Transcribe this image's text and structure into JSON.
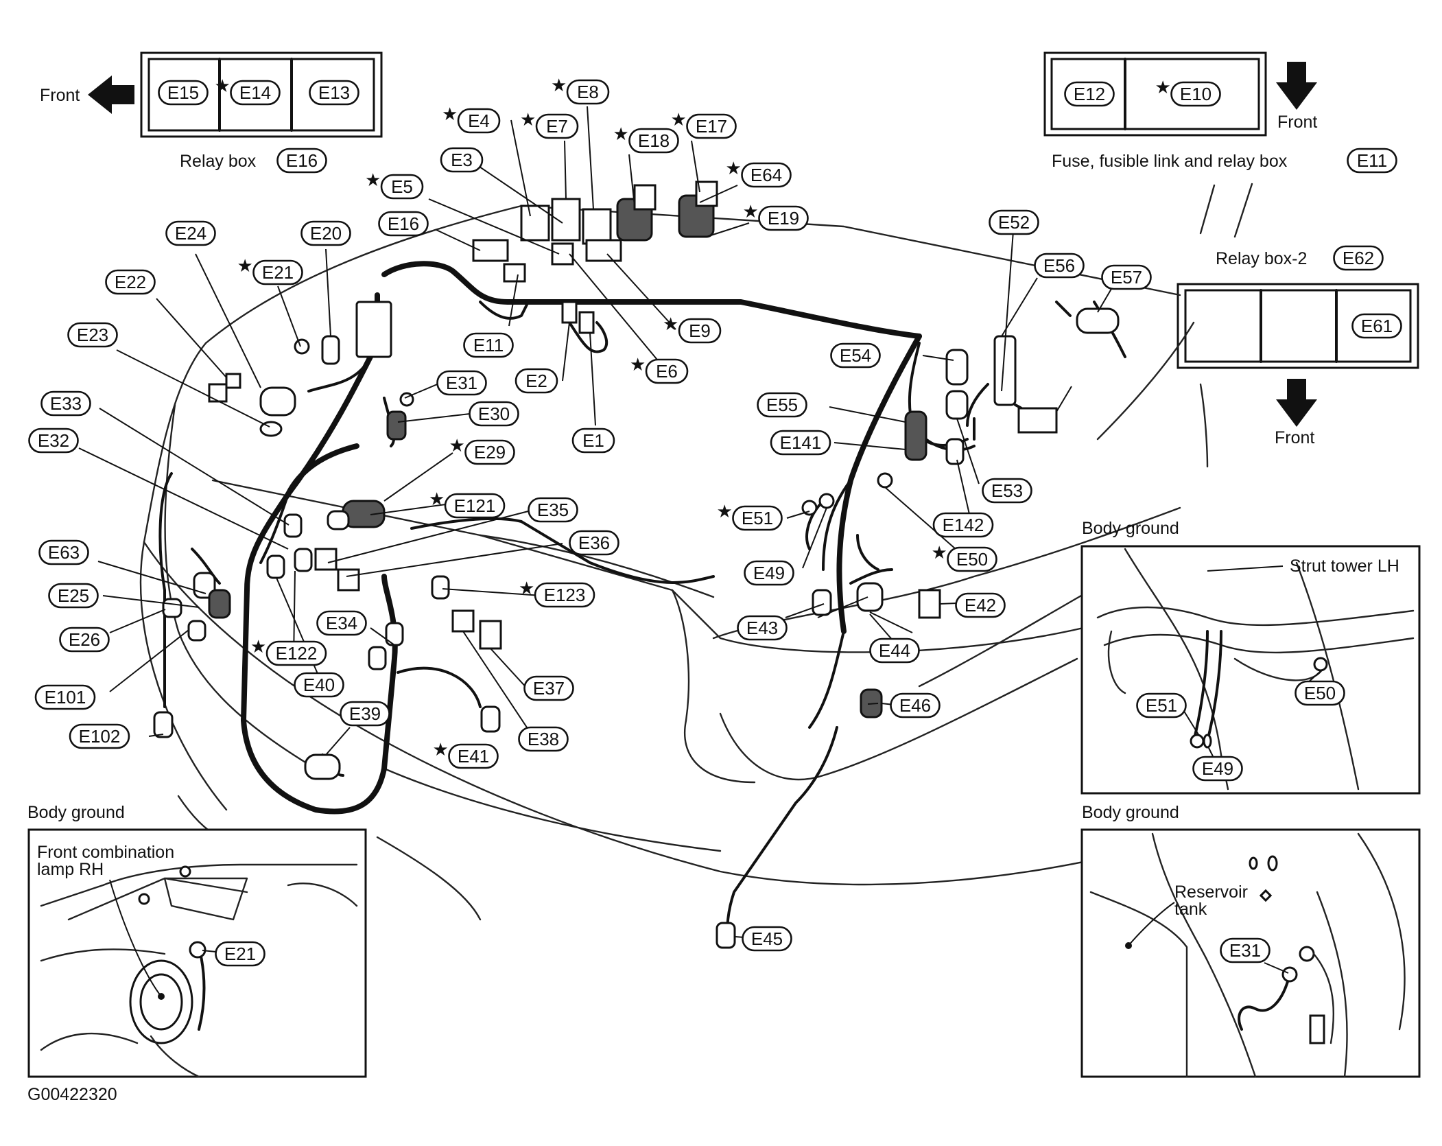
{
  "labels": {
    "E1": "E1",
    "E2": "E2",
    "E3": "E3",
    "E4": "E4",
    "E5": "E5",
    "E6": "E6",
    "E7": "E7",
    "E8": "E8",
    "E9": "E9",
    "E10": "E10",
    "E11": "E11",
    "E12": "E12",
    "E13": "E13",
    "E14": "E14",
    "E15": "E15",
    "E16": "E16",
    "E17": "E17",
    "E18": "E18",
    "E19": "E19",
    "E20": "E20",
    "E21": "E21",
    "E22": "E22",
    "E23": "E23",
    "E24": "E24",
    "E25": "E25",
    "E26": "E26",
    "E29": "E29",
    "E30": "E30",
    "E31": "E31",
    "E32": "E32",
    "E33": "E33",
    "E34": "E34",
    "E35": "E35",
    "E36": "E36",
    "E37": "E37",
    "E38": "E38",
    "E39": "E39",
    "E40": "E40",
    "E41": "E41",
    "E42": "E42",
    "E43": "E43",
    "E44": "E44",
    "E45": "E45",
    "E46": "E46",
    "E49": "E49",
    "E50": "E50",
    "E51": "E51",
    "E52": "E52",
    "E53": "E53",
    "E54": "E54",
    "E55": "E55",
    "E56": "E56",
    "E57": "E57",
    "E61": "E61",
    "E62": "E62",
    "E63": "E63",
    "E64": "E64",
    "E101": "E101",
    "E102": "E102",
    "E121": "E121",
    "E122": "E122",
    "E123": "E123",
    "E141": "E141",
    "E142": "E142"
  },
  "star_symbol": "★",
  "front_label": "Front",
  "captions": {
    "relay_box": "Relay box",
    "fuse_box": "Fuse, fusible link and relay box",
    "relay_box_2": "Relay box-2",
    "body_ground": "Body ground",
    "strut_tower": "Strut tower LH",
    "front_combination_lamp_line1": "Front combination",
    "front_combination_lamp_line2": "lamp RH",
    "reservoir_line1": "Reservoir",
    "reservoir_line2": "tank",
    "figure_code": "G00422320"
  },
  "icons": [
    "front-arrow-left-icon",
    "front-arrow-down-icon",
    "star-icon"
  ]
}
